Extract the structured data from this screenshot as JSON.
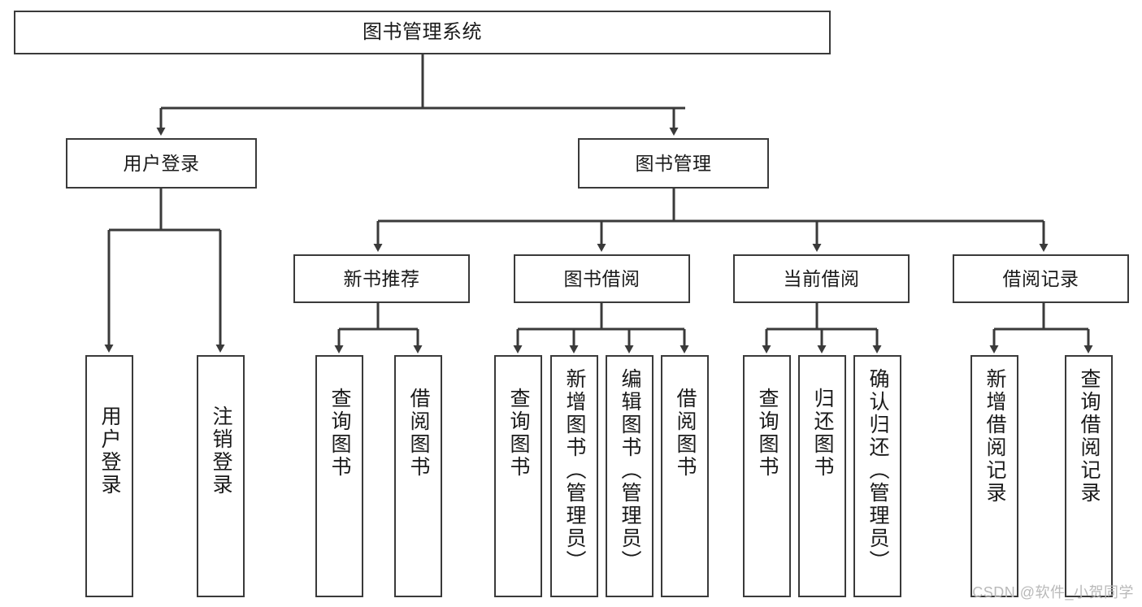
{
  "diagram": {
    "type": "tree-hierarchy",
    "title": "图书管理系统",
    "orientation": "top-down",
    "stroke_color": "#3a3a3a",
    "fill_color": "#ffffff",
    "text_color": "#1a1a1a"
  },
  "nodes": {
    "root": {
      "label": "图书管理系统",
      "level": 0
    },
    "level1": [
      {
        "id": "user-login",
        "label": "用户登录"
      },
      {
        "id": "book-manage",
        "label": "图书管理"
      }
    ],
    "level2": [
      {
        "id": "new-book-recommend",
        "label": "新书推荐"
      },
      {
        "id": "book-borrow",
        "label": "图书借阅"
      },
      {
        "id": "current-borrow",
        "label": "当前借阅"
      },
      {
        "id": "borrow-record",
        "label": "借阅记录"
      }
    ],
    "leaves": {
      "user-login": [
        {
          "id": "leaf-user-login",
          "label": "用户登录"
        },
        {
          "id": "leaf-logout-login",
          "label": "注销登录"
        }
      ],
      "new-book-recommend": [
        {
          "id": "leaf-query-book-1",
          "label": "查询图书"
        },
        {
          "id": "leaf-borrow-book-1",
          "label": "借阅图书"
        }
      ],
      "book-borrow": [
        {
          "id": "leaf-query-book-2",
          "label": "查询图书"
        },
        {
          "id": "leaf-add-book",
          "label": "新增图书（管理员）"
        },
        {
          "id": "leaf-edit-book",
          "label": "编辑图书（管理员）"
        },
        {
          "id": "leaf-borrow-book-2",
          "label": "借阅图书"
        }
      ],
      "current-borrow": [
        {
          "id": "leaf-query-book-3",
          "label": "查询图书"
        },
        {
          "id": "leaf-return-book",
          "label": "归还图书"
        },
        {
          "id": "leaf-confirm-return",
          "label": "确认归还（管理员）"
        }
      ],
      "borrow-record": [
        {
          "id": "leaf-add-record",
          "label": "新增借阅记录"
        },
        {
          "id": "leaf-query-record",
          "label": "查询借阅记录"
        }
      ]
    }
  },
  "watermark": {
    "text": "CSDN @软件_小贺同学"
  }
}
